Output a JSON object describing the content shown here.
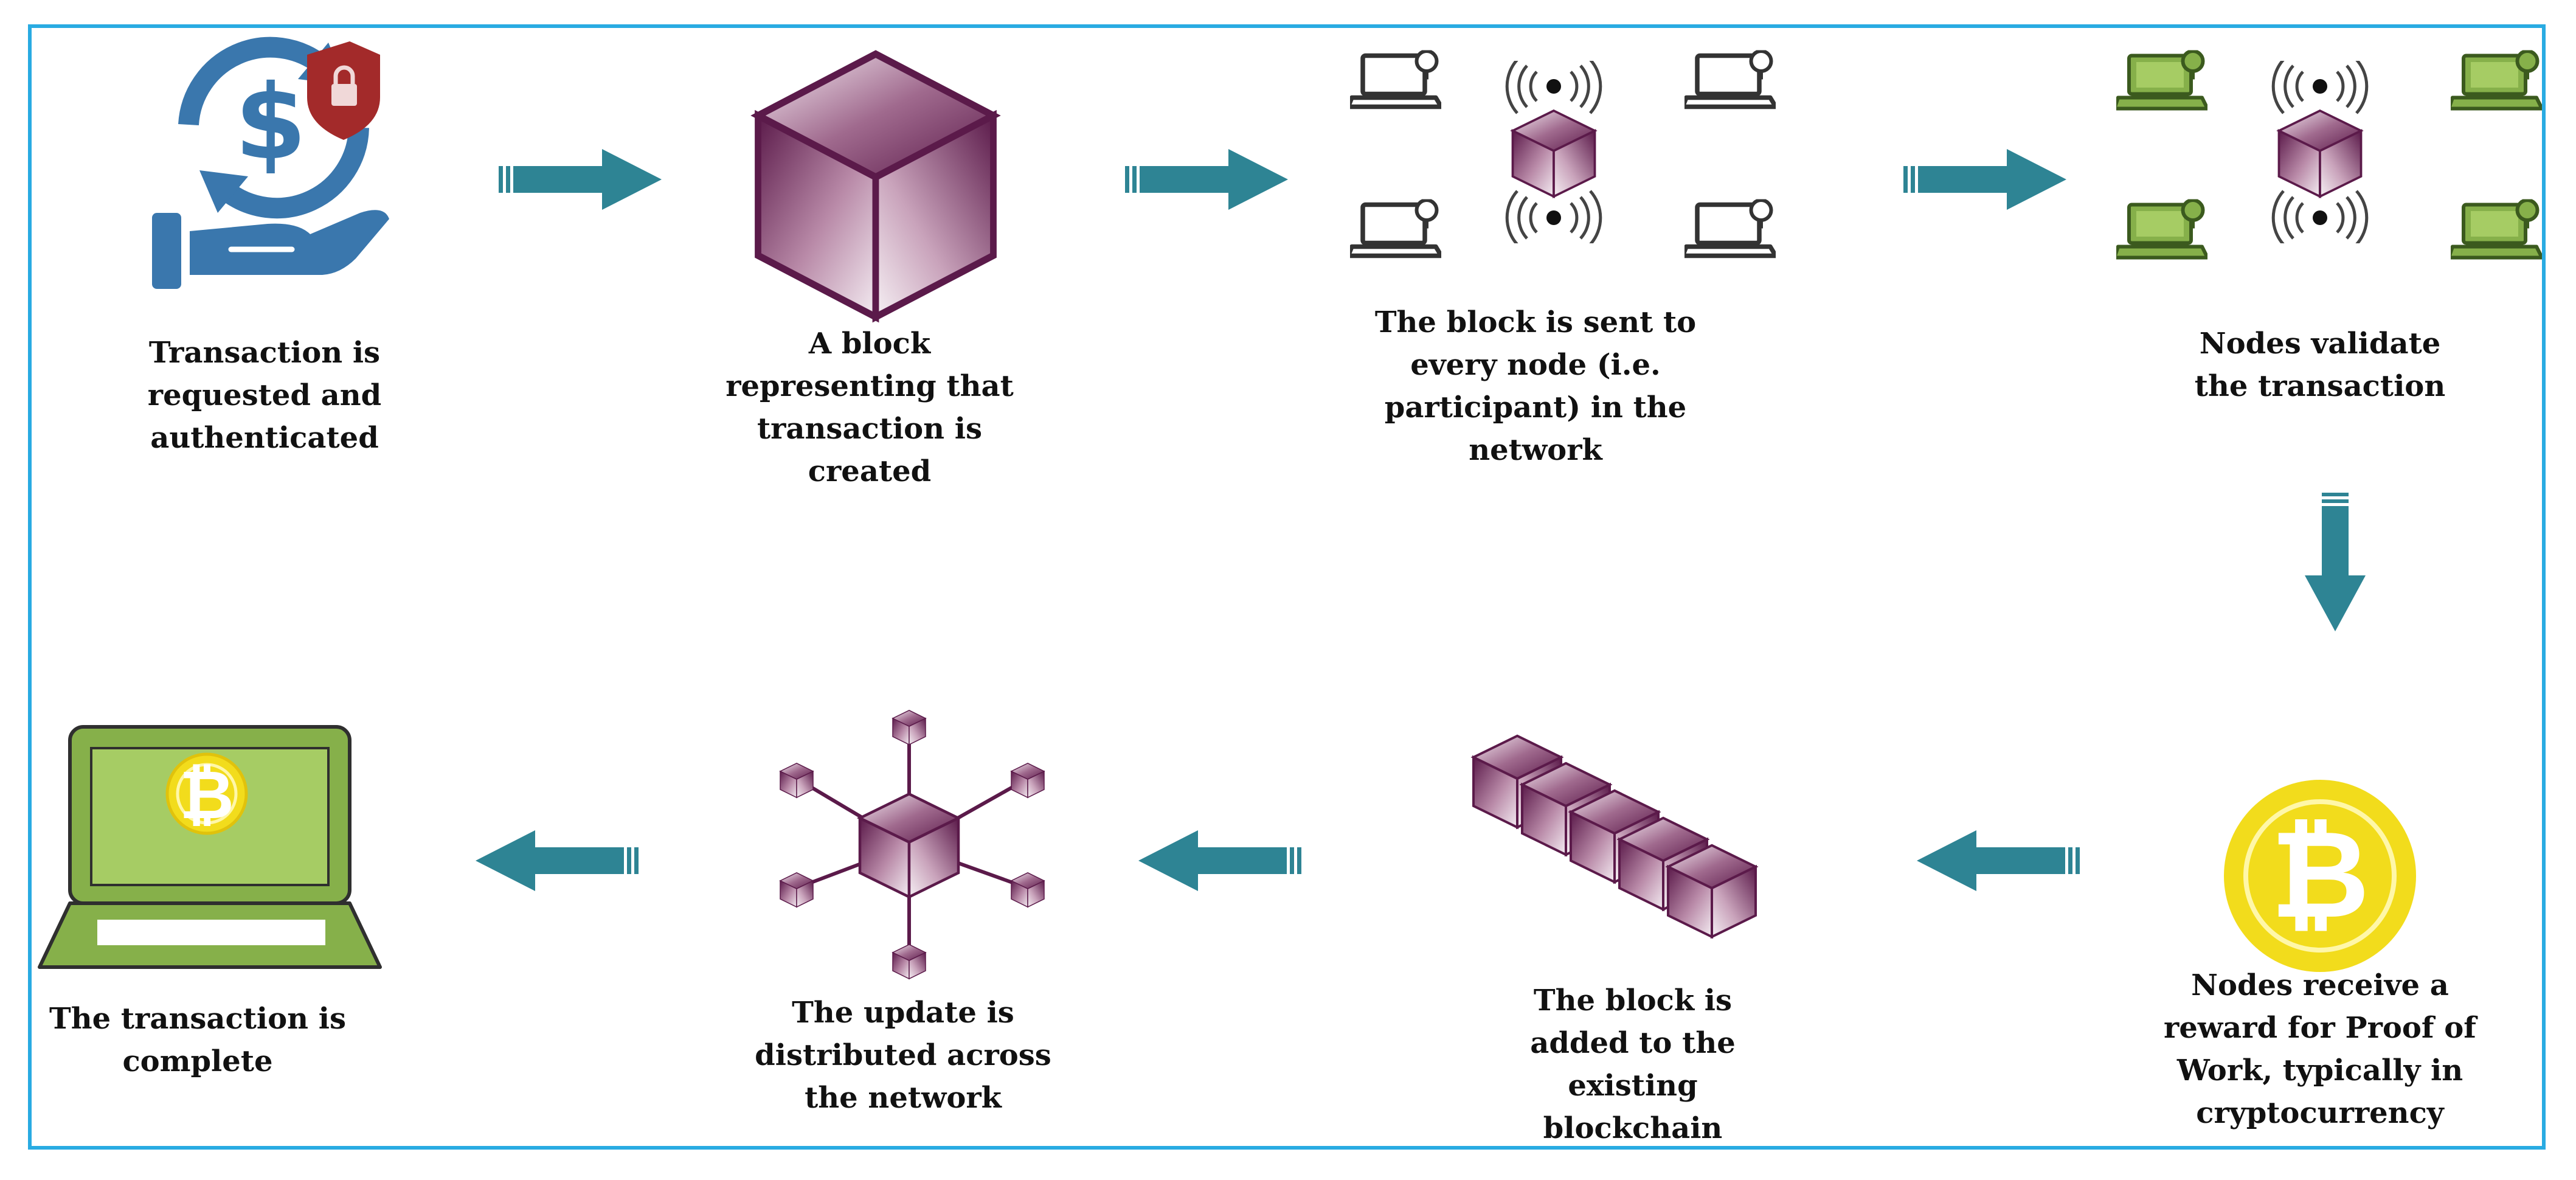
{
  "colors": {
    "frame": "#29abe2",
    "arrow": "#2e8494",
    "icon_blue": "#3a77ad",
    "shield": "#a32a2a",
    "cube_dark": "#5b1a4a",
    "cube_light": "#f4ecf2",
    "laptop_green": "#86b04a",
    "coin_yellow": "#f2dc1c"
  },
  "steps": [
    {
      "id": "request",
      "caption": "Transaction is requested and authenticated",
      "icon": "money-hand-shield-icon"
    },
    {
      "id": "create",
      "caption": "A block representing that transaction is created",
      "icon": "block-cube-icon"
    },
    {
      "id": "broadcast",
      "caption": "The block is sent to every node (i.e. participant) in the network",
      "icon": "network-broadcast-icon"
    },
    {
      "id": "validate",
      "caption": "Nodes validate the transaction",
      "icon": "validated-nodes-icon"
    },
    {
      "id": "reward",
      "caption": "Nodes receive a reward for Proof of Work, typically in cryptocurrency",
      "icon": "bitcoin-coin-icon"
    },
    {
      "id": "add",
      "caption": "The block is added to the existing blockchain",
      "icon": "blockchain-icon"
    },
    {
      "id": "distribute",
      "caption": "The update is distributed across the network",
      "icon": "distributed-network-icon"
    },
    {
      "id": "complete",
      "caption": "The transaction is complete",
      "icon": "bitcoin-laptop-icon"
    }
  ],
  "arrows": [
    {
      "from": "request",
      "to": "create",
      "direction": "right"
    },
    {
      "from": "create",
      "to": "broadcast",
      "direction": "right"
    },
    {
      "from": "broadcast",
      "to": "validate",
      "direction": "right"
    },
    {
      "from": "validate",
      "to": "reward",
      "direction": "down"
    },
    {
      "from": "reward",
      "to": "add",
      "direction": "left"
    },
    {
      "from": "add",
      "to": "distribute",
      "direction": "left"
    },
    {
      "from": "distribute",
      "to": "complete",
      "direction": "left"
    }
  ]
}
